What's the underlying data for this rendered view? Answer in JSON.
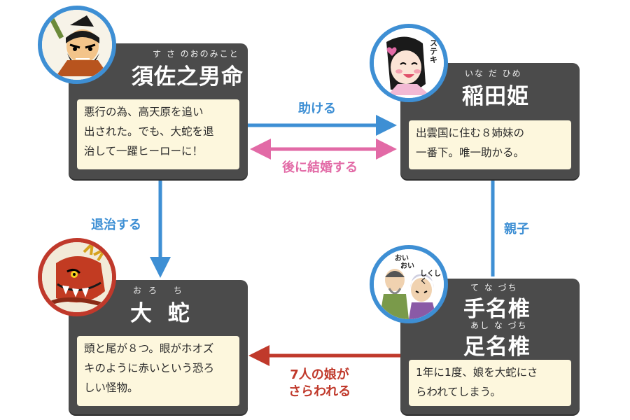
{
  "characters": {
    "susanoo": {
      "ruby": "す さ のおのみこと",
      "name": "須佐之男命",
      "desc": [
        "悪行の為、高天原を追い",
        "出された。でも、大蛇を退",
        "治して一躍ヒーローに！"
      ]
    },
    "inada": {
      "ruby": "いな だ ひめ",
      "name": "稲田姫",
      "desc": [
        "出雲国に住む８姉妹の",
        "一番下。唯一助かる。"
      ],
      "avatar_text": "ステキ"
    },
    "orochi": {
      "ruby": "おろ ち",
      "name": "大 蛇",
      "desc": [
        "頭と尾が８つ。眼がホオズ",
        "キのように赤いという恐ろ",
        "しい怪物。"
      ]
    },
    "parents": {
      "ruby1": "て な づち",
      "name1": "手名椎",
      "ruby2": "あし な づち",
      "name2": "足名椎",
      "desc": [
        "1年に1度、娘を大蛇にさ",
        "らわれてしまう。"
      ],
      "avatar_text": [
        "おい",
        "おい",
        "しくしく"
      ]
    }
  },
  "relations": {
    "help": "助ける",
    "marry": "後に結婚する",
    "defeat": "退治する",
    "parent_child": "親子",
    "kidnap": [
      "7人の娘が",
      "さらわれる"
    ]
  },
  "colors": {
    "blue": "#3e8fd4",
    "pink": "#e26aa6",
    "red": "#c0392b",
    "card": "#4b4b4b",
    "desc_bg": "#fdf7dd"
  }
}
